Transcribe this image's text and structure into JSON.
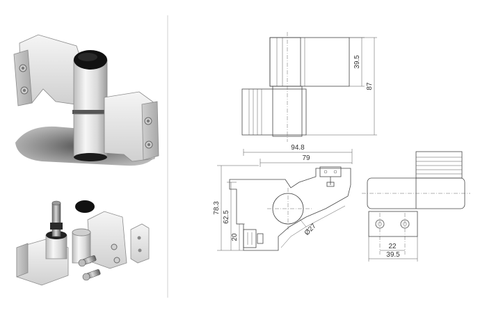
{
  "dimensions": {
    "d_39_5_top": "39.5",
    "d_87": "87",
    "d_94_8": "94.8",
    "d_79": "79",
    "d_78_3": "78.3",
    "d_62_5": "62.5",
    "d_20": "20",
    "d_phi27": "Ø27",
    "d_22": "22",
    "d_39_5_bottom": "39.5"
  },
  "colors": {
    "metal_light": "#f2f2f2",
    "metal_mid": "#d4d4d4",
    "metal_dark": "#9a9a9a",
    "shadow": "#3a3a3a",
    "separator": "#d8d8d8"
  }
}
